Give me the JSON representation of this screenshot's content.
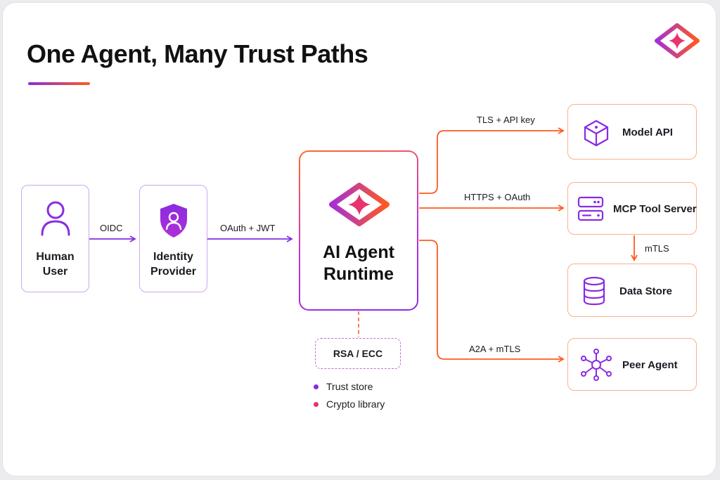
{
  "title": "One Agent, Many Trust Paths",
  "colors": {
    "purple": "#8a2be2",
    "orange": "#ff5a1f",
    "pink": "#e8336d",
    "magenta": "#c033d6"
  },
  "nodes": {
    "human_user": {
      "line1": "Human",
      "line2": "User",
      "icon": "user-icon"
    },
    "identity_provider": {
      "line1": "Identity",
      "line2": "Provider",
      "icon": "shield-user-icon"
    },
    "runtime": {
      "line1": "AI Agent",
      "line2": "Runtime",
      "icon": "logo-icon"
    },
    "model_api": {
      "label": "Model API",
      "icon": "cube-icon"
    },
    "mcp_tool_server": {
      "label": "MCP Tool Server",
      "icon": "server-icon"
    },
    "data_store": {
      "label": "Data Store",
      "icon": "database-icon"
    },
    "peer_agent": {
      "label": "Peer Agent",
      "icon": "network-icon"
    }
  },
  "edges": {
    "oidc": "OIDC",
    "oauth_jwt": "OAuth + JWT",
    "tls_api_key": "TLS + API key",
    "https_oauth": "HTTPS + OAuth",
    "mtls": "mTLS",
    "a2a_mtls": "A2A + mTLS"
  },
  "crypto": {
    "box": "RSA / ECC",
    "legend": [
      {
        "label": "Trust store",
        "color": "#8a2be2"
      },
      {
        "label": "Crypto library",
        "color": "#e8336d"
      }
    ]
  }
}
